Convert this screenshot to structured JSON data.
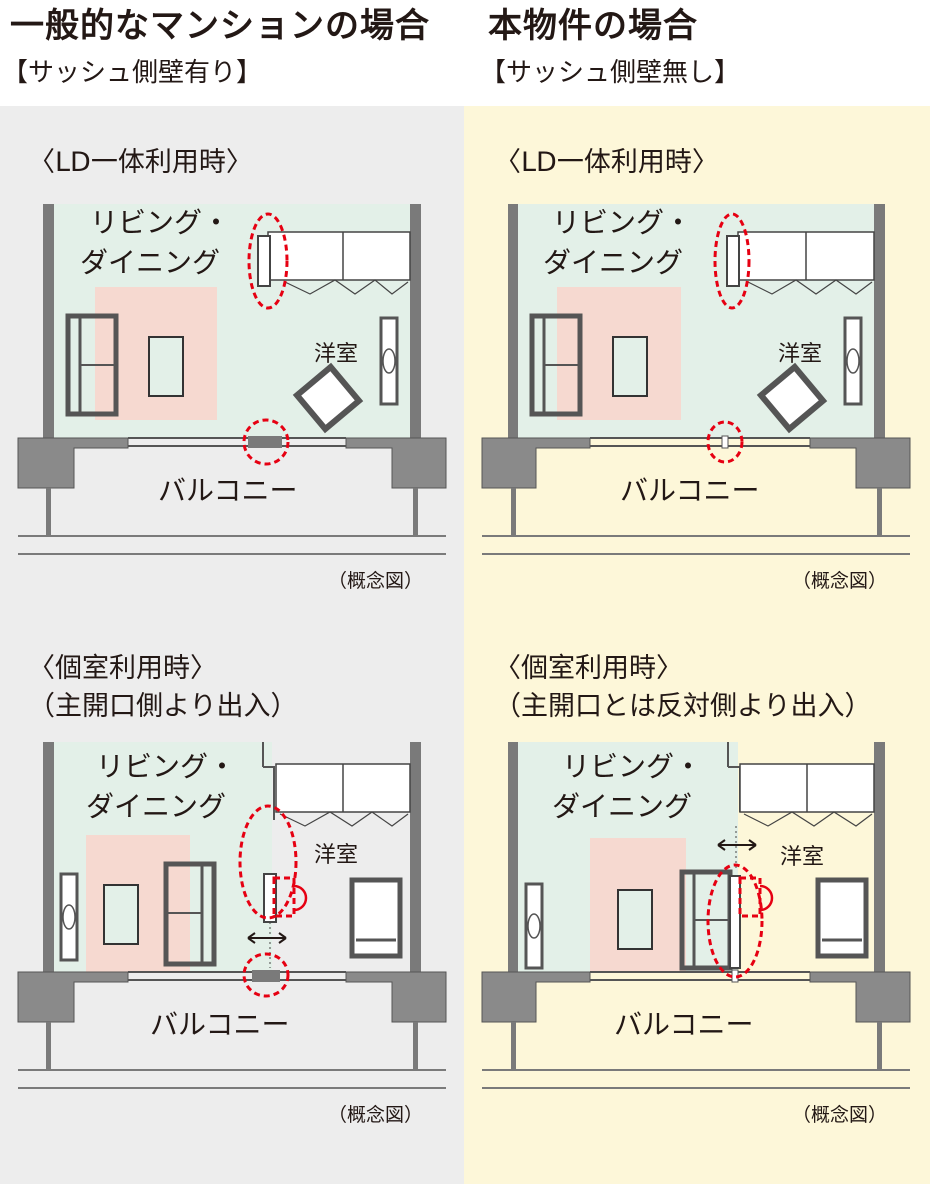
{
  "header": {
    "left_title": "一般的なマンションの場合",
    "left_subtitle": "【サッシュ側壁有り】",
    "right_title": "本物件の場合",
    "right_subtitle": "【サッシュ側壁無し】"
  },
  "panels": {
    "tl": {
      "caption": "〈LD一体利用時〉",
      "living": "リビング・",
      "dining": "ダイニング",
      "western": "洋室",
      "balcony": "バルコニー",
      "note": "（概念図）"
    },
    "tr": {
      "caption": "〈LD一体利用時〉",
      "living": "リビング・",
      "dining": "ダイニング",
      "western": "洋室",
      "balcony": "バルコニー",
      "note": "（概念図）"
    },
    "bl": {
      "caption1": "〈個室利用時〉",
      "caption2": "（主開口側より出入）",
      "living": "リビング・",
      "dining": "ダイニング",
      "western": "洋室",
      "balcony": "バルコニー",
      "note": "（概念図）"
    },
    "br": {
      "caption1": "〈個室利用時〉",
      "caption2": "（主開口とは反対側より出入）",
      "living": "リビング・",
      "dining": "ダイニング",
      "western": "洋室",
      "balcony": "バルコニー",
      "note": "（概念図）"
    }
  },
  "colors": {
    "left_background": "#ededed",
    "right_background": "#fdf7d9",
    "room_floor": "#e3f0e8",
    "rug": "#f6d9d0",
    "wall": "#7a7a7a",
    "highlight_dashed": "#e60012"
  }
}
